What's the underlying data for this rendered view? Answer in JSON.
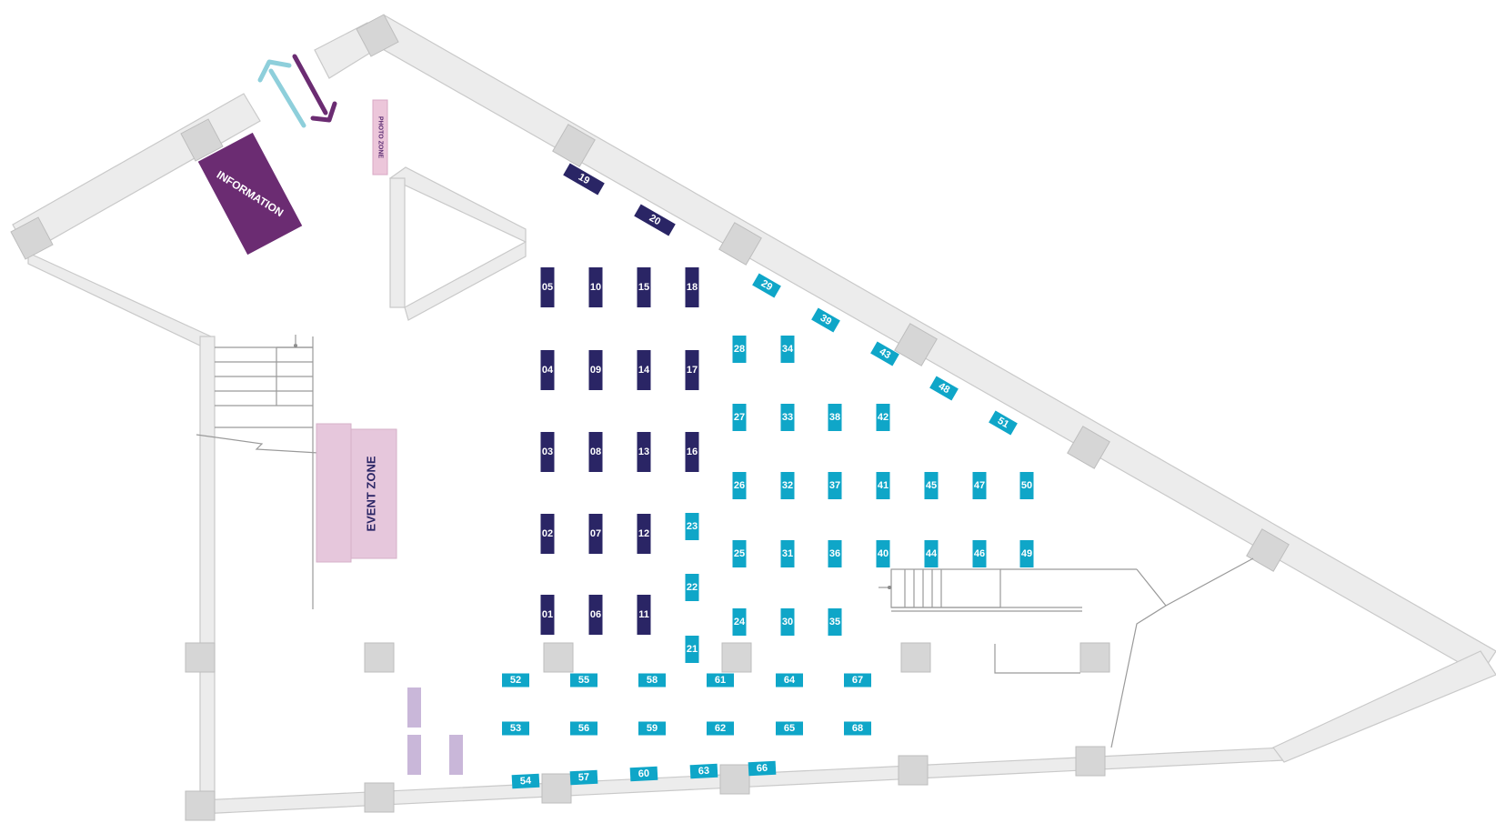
{
  "colors": {
    "booth_dark": "#2a2565",
    "booth_light": "#0fa6c8",
    "information": "#6b2c72",
    "event_zone": "#e6c7dc",
    "event_zone_text": "#2a2565",
    "photo_zone": "#ecc6da",
    "photo_zone_text": "#5a2c72",
    "arrow_in": "#8ecfdb",
    "arrow_out": "#6b2c72",
    "lounge": "#c9b7d9",
    "wall": "#ececec",
    "pillar": "#d6d6d6"
  },
  "zones": {
    "information": "INFORMATION",
    "event_zone": "EVENT ZONE",
    "photo_zone": "PHOTO ZONE"
  },
  "icons": {
    "entrance": "entrance-arrow-icon",
    "exit": "exit-arrow-icon",
    "stairs": "stairs-icon"
  },
  "booths": {
    "dark": [
      "01",
      "02",
      "03",
      "04",
      "05",
      "06",
      "07",
      "08",
      "09",
      "10",
      "11",
      "12",
      "13",
      "14",
      "15",
      "16",
      "17",
      "18",
      "19",
      "20"
    ],
    "light": [
      "21",
      "22",
      "23",
      "24",
      "25",
      "26",
      "27",
      "28",
      "29",
      "30",
      "31",
      "32",
      "33",
      "34",
      "35",
      "36",
      "37",
      "38",
      "39",
      "40",
      "41",
      "42",
      "43",
      "44",
      "45",
      "46",
      "47",
      "48",
      "49",
      "50",
      "51",
      "52",
      "53",
      "54",
      "55",
      "56",
      "57",
      "58",
      "59",
      "60",
      "61",
      "62",
      "63",
      "64",
      "65",
      "66",
      "67",
      "68"
    ]
  }
}
